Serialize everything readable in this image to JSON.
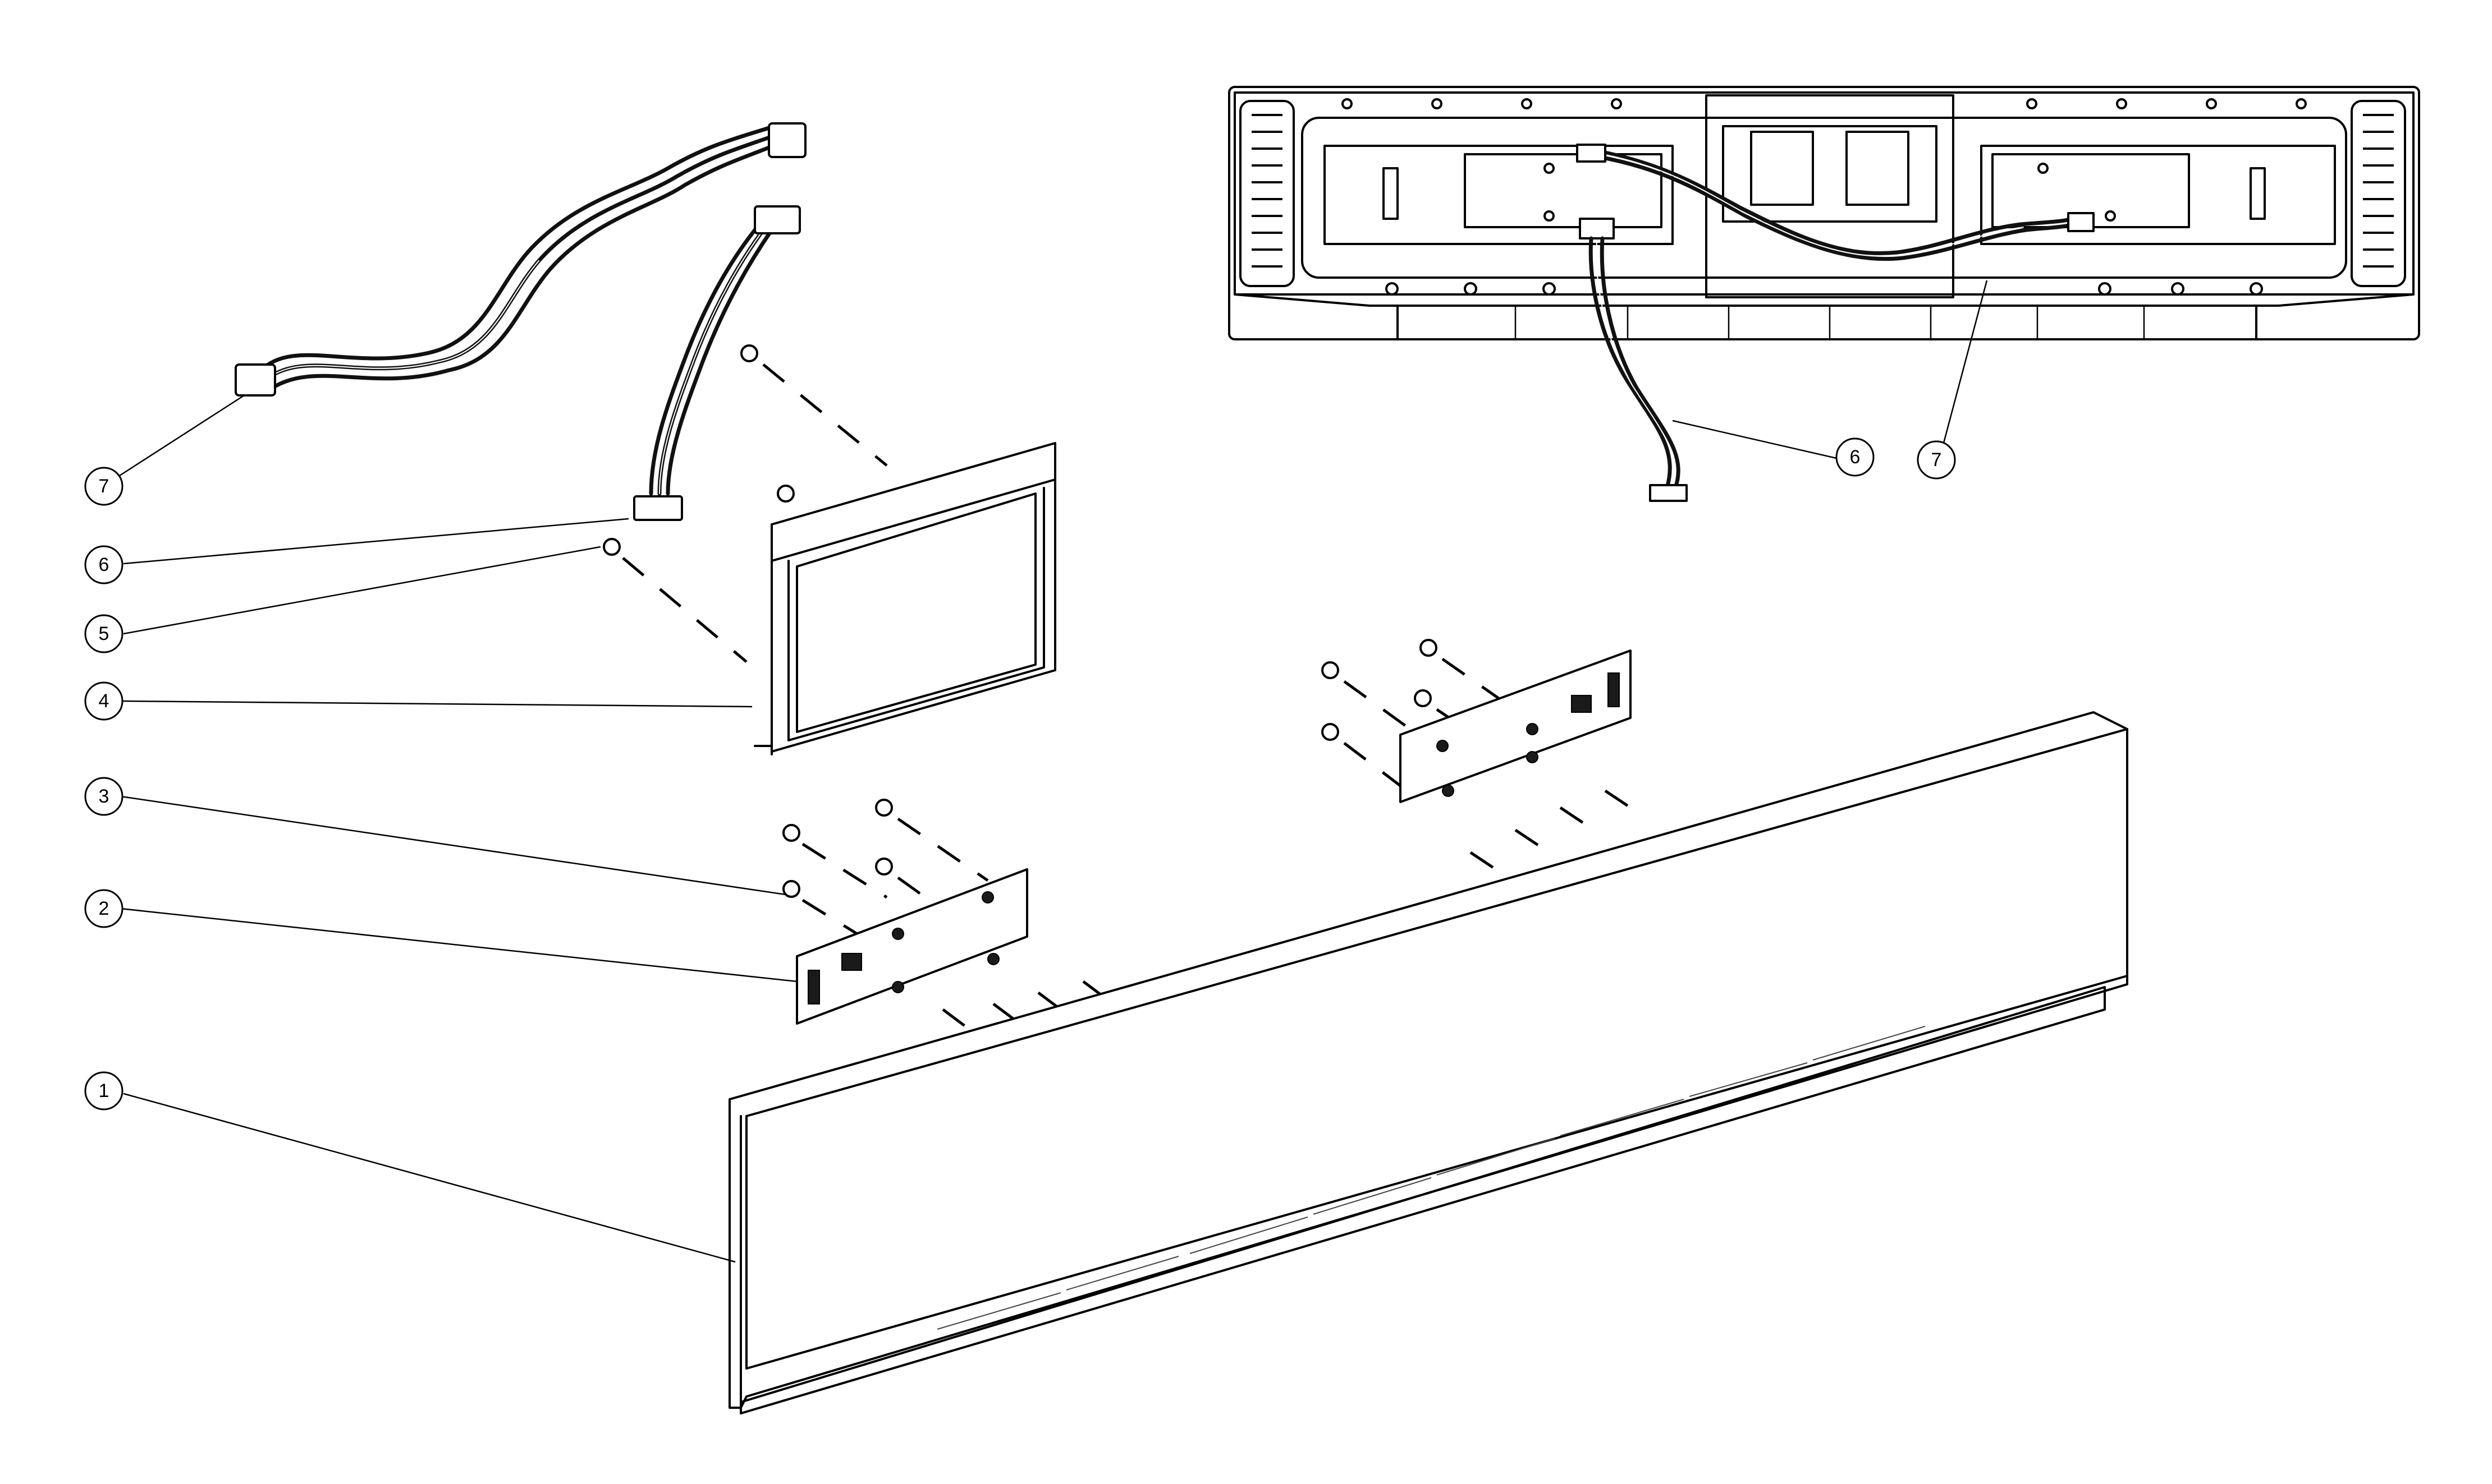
{
  "callouts": [
    {
      "id": "7",
      "label": "7"
    },
    {
      "id": "6",
      "label": "6"
    },
    {
      "id": "5",
      "label": "5"
    },
    {
      "id": "4",
      "label": "4"
    },
    {
      "id": "3",
      "label": "3"
    },
    {
      "id": "2",
      "label": "2"
    },
    {
      "id": "1",
      "label": "1"
    },
    {
      "id": "6b",
      "label": "6"
    },
    {
      "id": "7b",
      "label": "7"
    }
  ]
}
